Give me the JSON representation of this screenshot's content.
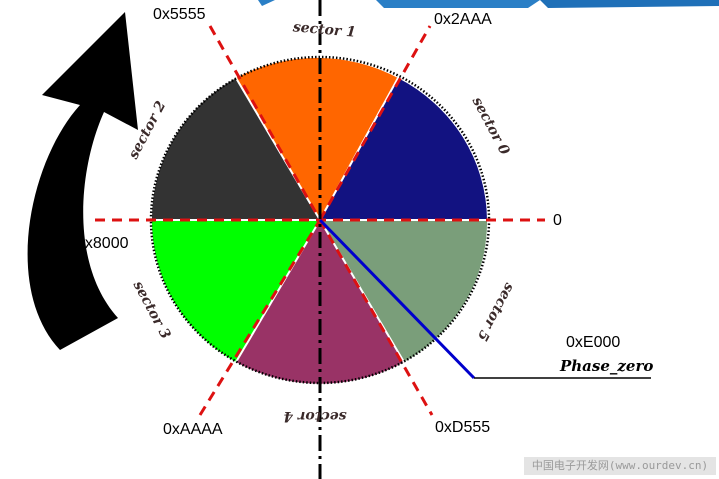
{
  "diagram": {
    "angle_labels": {
      "a0": "0",
      "a2AAA": "0x2AAA",
      "a5555": "0x5555",
      "a8000": "0x8000",
      "aAAAA": "0xAAAA",
      "aD555": "0xD555",
      "aE000": "0xE000"
    },
    "phase_label": "Phase_zero",
    "sectors": [
      {
        "label": "sector 0",
        "color": "#121281"
      },
      {
        "label": "sector 1",
        "color": "#ff6600"
      },
      {
        "label": "sector 2",
        "color": "#333333"
      },
      {
        "label": "sector 3",
        "color": "#00ff00"
      },
      {
        "label": "sector 4",
        "color": "#993366"
      },
      {
        "label": "sector 5",
        "color": "#7a9e7a"
      }
    ],
    "colors": {
      "dashed_lines": "#dd1111",
      "phase_line": "#0000cc",
      "arrow": "#000000"
    }
  },
  "watermark": "中国电子开发网(www.ourdev.cn)"
}
